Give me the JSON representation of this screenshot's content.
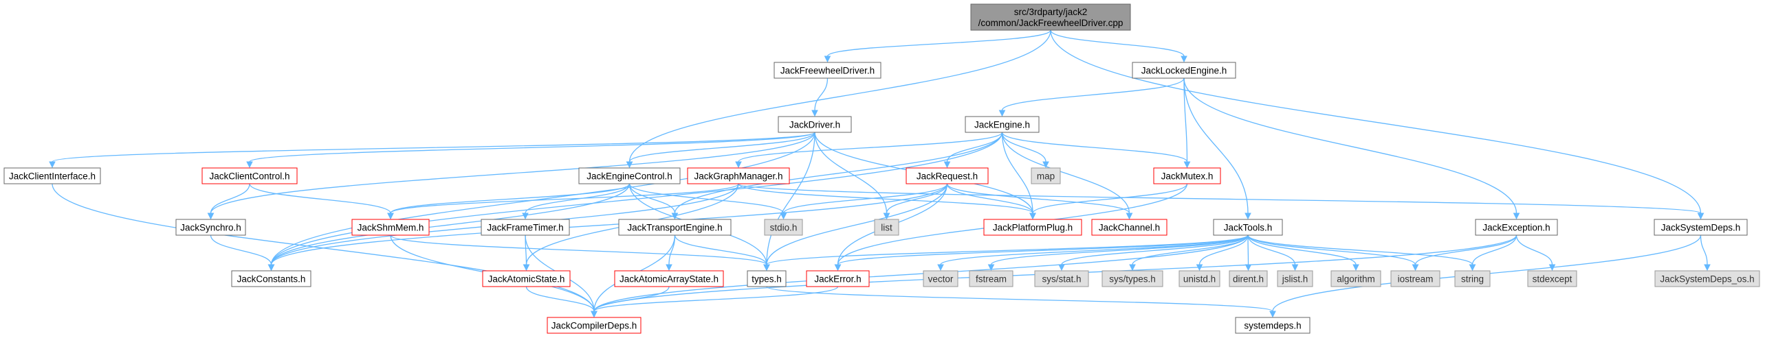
{
  "colors": {
    "edge": "#63b8ff",
    "root_fill": "#999999",
    "external_fill": "#e0e0e0",
    "incomplete_border": "#ff0000",
    "normal_border": "#666666"
  },
  "nodes": [
    {
      "id": "root",
      "label": [
        "src/3rdparty/jack2",
        "/common/JackFreewheelDriver.cpp"
      ],
      "kind": "root"
    },
    {
      "id": "JackFreewheelDriver",
      "label": [
        "JackFreewheelDriver.h"
      ],
      "kind": "normal"
    },
    {
      "id": "JackLockedEngine",
      "label": [
        "JackLockedEngine.h"
      ],
      "kind": "normal"
    },
    {
      "id": "JackDriver",
      "label": [
        "JackDriver.h"
      ],
      "kind": "normal"
    },
    {
      "id": "JackEngine",
      "label": [
        "JackEngine.h"
      ],
      "kind": "normal"
    },
    {
      "id": "JackClientInterface",
      "label": [
        "JackClientInterface.h"
      ],
      "kind": "normal"
    },
    {
      "id": "JackClientControl",
      "label": [
        "JackClientControl.h"
      ],
      "kind": "red"
    },
    {
      "id": "JackEngineControl",
      "label": [
        "JackEngineControl.h"
      ],
      "kind": "normal"
    },
    {
      "id": "JackGraphManager",
      "label": [
        "JackGraphManager.h"
      ],
      "kind": "red"
    },
    {
      "id": "JackRequest",
      "label": [
        "JackRequest.h"
      ],
      "kind": "red"
    },
    {
      "id": "map",
      "label": [
        "map"
      ],
      "kind": "ext"
    },
    {
      "id": "JackMutex",
      "label": [
        "JackMutex.h"
      ],
      "kind": "red"
    },
    {
      "id": "JackSynchro",
      "label": [
        "JackSynchro.h"
      ],
      "kind": "normal"
    },
    {
      "id": "JackShmMem",
      "label": [
        "JackShmMem.h"
      ],
      "kind": "red"
    },
    {
      "id": "JackFrameTimer",
      "label": [
        "JackFrameTimer.h"
      ],
      "kind": "normal"
    },
    {
      "id": "JackTransportEngine",
      "label": [
        "JackTransportEngine.h"
      ],
      "kind": "normal"
    },
    {
      "id": "stdio",
      "label": [
        "stdio.h"
      ],
      "kind": "ext"
    },
    {
      "id": "list",
      "label": [
        "list"
      ],
      "kind": "ext"
    },
    {
      "id": "JackPlatformPlug",
      "label": [
        "JackPlatformPlug.h"
      ],
      "kind": "red"
    },
    {
      "id": "JackChannel",
      "label": [
        "JackChannel.h"
      ],
      "kind": "red"
    },
    {
      "id": "JackTools",
      "label": [
        "JackTools.h"
      ],
      "kind": "normal"
    },
    {
      "id": "JackException",
      "label": [
        "JackException.h"
      ],
      "kind": "normal"
    },
    {
      "id": "JackSystemDeps",
      "label": [
        "JackSystemDeps.h"
      ],
      "kind": "normal"
    },
    {
      "id": "JackConstants",
      "label": [
        "JackConstants.h"
      ],
      "kind": "normal"
    },
    {
      "id": "JackAtomicState",
      "label": [
        "JackAtomicState.h"
      ],
      "kind": "red"
    },
    {
      "id": "JackAtomicArrayState",
      "label": [
        "JackAtomicArrayState.h"
      ],
      "kind": "red"
    },
    {
      "id": "types",
      "label": [
        "types.h"
      ],
      "kind": "normal"
    },
    {
      "id": "JackError",
      "label": [
        "JackError.h"
      ],
      "kind": "red"
    },
    {
      "id": "vector",
      "label": [
        "vector"
      ],
      "kind": "ext"
    },
    {
      "id": "fstream",
      "label": [
        "fstream"
      ],
      "kind": "ext"
    },
    {
      "id": "sysstat",
      "label": [
        "sys/stat.h"
      ],
      "kind": "ext"
    },
    {
      "id": "systypes",
      "label": [
        "sys/types.h"
      ],
      "kind": "ext"
    },
    {
      "id": "unistd",
      "label": [
        "unistd.h"
      ],
      "kind": "ext"
    },
    {
      "id": "dirent",
      "label": [
        "dirent.h"
      ],
      "kind": "ext"
    },
    {
      "id": "jslist",
      "label": [
        "jslist.h"
      ],
      "kind": "ext"
    },
    {
      "id": "algorithm",
      "label": [
        "algorithm"
      ],
      "kind": "ext"
    },
    {
      "id": "iostream",
      "label": [
        "iostream"
      ],
      "kind": "ext"
    },
    {
      "id": "string",
      "label": [
        "string"
      ],
      "kind": "ext"
    },
    {
      "id": "stdexcept",
      "label": [
        "stdexcept"
      ],
      "kind": "ext"
    },
    {
      "id": "JackSystemDeps_os",
      "label": [
        "JackSystemDeps_os.h"
      ],
      "kind": "ext"
    },
    {
      "id": "JackCompilerDeps",
      "label": [
        "JackCompilerDeps.h"
      ],
      "kind": "red"
    },
    {
      "id": "systemdeps",
      "label": [
        "systemdeps.h"
      ],
      "kind": "normal"
    }
  ],
  "edges": [
    [
      "root",
      "JackFreewheelDriver"
    ],
    [
      "root",
      "JackLockedEngine"
    ],
    [
      "root",
      "JackEngineControl"
    ],
    [
      "root",
      "JackSystemDeps"
    ],
    [
      "JackFreewheelDriver",
      "JackDriver"
    ],
    [
      "JackLockedEngine",
      "JackEngine"
    ],
    [
      "JackLockedEngine",
      "JackMutex"
    ],
    [
      "JackLockedEngine",
      "JackTools"
    ],
    [
      "JackLockedEngine",
      "JackException"
    ],
    [
      "JackDriver",
      "JackClientInterface"
    ],
    [
      "JackDriver",
      "JackClientControl"
    ],
    [
      "JackDriver",
      "JackSynchro"
    ],
    [
      "JackDriver",
      "JackConstants"
    ],
    [
      "JackDriver",
      "types"
    ],
    [
      "JackDriver",
      "list"
    ],
    [
      "JackDriver",
      "JackPlatformPlug"
    ],
    [
      "JackDriver",
      "JackEngineControl"
    ],
    [
      "JackEngine",
      "JackGraphManager"
    ],
    [
      "JackEngine",
      "JackRequest"
    ],
    [
      "JackEngine",
      "map"
    ],
    [
      "JackEngine",
      "JackMutex"
    ],
    [
      "JackEngine",
      "JackPlatformPlug"
    ],
    [
      "JackEngine",
      "JackChannel"
    ],
    [
      "JackEngine",
      "JackConstants"
    ],
    [
      "JackEngine",
      "JackTransportEngine"
    ],
    [
      "JackClientInterface",
      "JackCompilerDeps"
    ],
    [
      "JackClientControl",
      "JackShmMem"
    ],
    [
      "JackClientControl",
      "JackSynchro"
    ],
    [
      "JackEngineControl",
      "JackShmMem"
    ],
    [
      "JackEngineControl",
      "JackFrameTimer"
    ],
    [
      "JackEngineControl",
      "JackTransportEngine"
    ],
    [
      "JackEngineControl",
      "JackConstants"
    ],
    [
      "JackEngineControl",
      "types"
    ],
    [
      "JackEngineControl",
      "stdio"
    ],
    [
      "JackGraphManager",
      "JackShmMem"
    ],
    [
      "JackGraphManager",
      "JackConstants"
    ],
    [
      "JackGraphManager",
      "JackPlatformPlug"
    ],
    [
      "JackGraphManager",
      "JackAtomicState"
    ],
    [
      "JackGraphManager",
      "JackSystemDeps"
    ],
    [
      "JackRequest",
      "JackConstants"
    ],
    [
      "JackRequest",
      "JackError"
    ],
    [
      "JackRequest",
      "JackPlatformPlug"
    ],
    [
      "JackRequest",
      "JackChannel"
    ],
    [
      "JackRequest",
      "types"
    ],
    [
      "JackRequest",
      "stdio"
    ],
    [
      "JackRequest",
      "list"
    ],
    [
      "JackMutex",
      "JackPlatformPlug"
    ],
    [
      "JackMutex",
      "JackError"
    ],
    [
      "JackSynchro",
      "JackConstants"
    ],
    [
      "JackShmMem",
      "JackCompilerDeps"
    ],
    [
      "JackShmMem",
      "types"
    ],
    [
      "JackFrameTimer",
      "JackAtomicState"
    ],
    [
      "JackFrameTimer",
      "JackCompilerDeps"
    ],
    [
      "JackTransportEngine",
      "JackAtomicArrayState"
    ],
    [
      "JackTransportEngine",
      "JackCompilerDeps"
    ],
    [
      "JackTransportEngine",
      "types"
    ],
    [
      "JackAtomicState",
      "JackCompilerDeps"
    ],
    [
      "JackAtomicArrayState",
      "JackCompilerDeps"
    ],
    [
      "types",
      "systemdeps"
    ],
    [
      "JackError",
      "JackCompilerDeps"
    ],
    [
      "JackTools",
      "types"
    ],
    [
      "JackTools",
      "JackError"
    ],
    [
      "JackTools",
      "vector"
    ],
    [
      "JackTools",
      "fstream"
    ],
    [
      "JackTools",
      "sysstat"
    ],
    [
      "JackTools",
      "systypes"
    ],
    [
      "JackTools",
      "unistd"
    ],
    [
      "JackTools",
      "dirent"
    ],
    [
      "JackTools",
      "jslist"
    ],
    [
      "JackTools",
      "algorithm"
    ],
    [
      "JackTools",
      "iostream"
    ],
    [
      "JackTools",
      "string"
    ],
    [
      "JackTools",
      "JackCompilerDeps"
    ],
    [
      "JackException",
      "stdexcept"
    ],
    [
      "JackException",
      "iostream"
    ],
    [
      "JackException",
      "string"
    ],
    [
      "JackException",
      "JackCompilerDeps"
    ],
    [
      "JackSystemDeps",
      "JackSystemDeps_os"
    ],
    [
      "JackSystemDeps",
      "systemdeps"
    ]
  ]
}
